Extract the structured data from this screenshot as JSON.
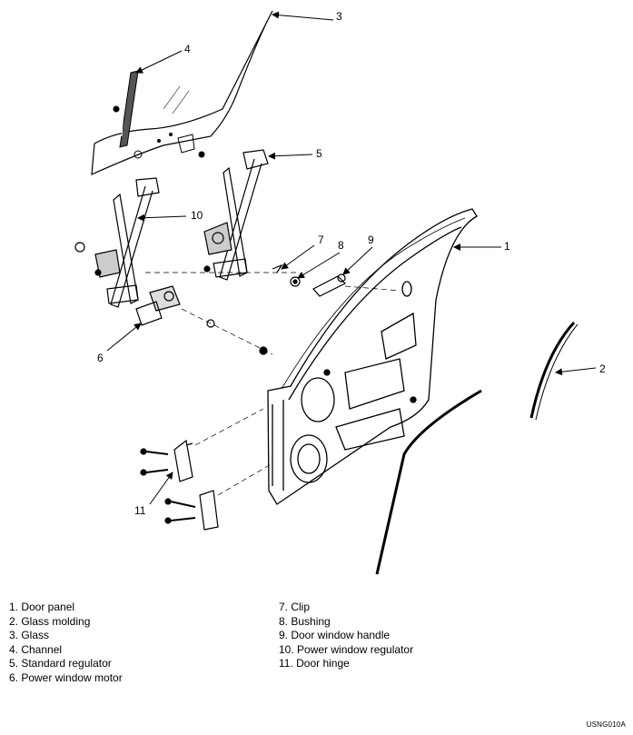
{
  "callouts": [
    "1",
    "2",
    "3",
    "4",
    "5",
    "6",
    "7",
    "8",
    "9",
    "10",
    "11"
  ],
  "legend": {
    "left": [
      "1. Door panel",
      "2. Glass molding",
      "3. Glass",
      "4. Channel",
      "5. Standard regulator",
      "6. Power window motor"
    ],
    "right": [
      "7. Clip",
      "8. Bushing",
      "9. Door window handle",
      "10. Power window regulator",
      "11. Door hinge"
    ]
  },
  "figure_code": "USNG010A"
}
